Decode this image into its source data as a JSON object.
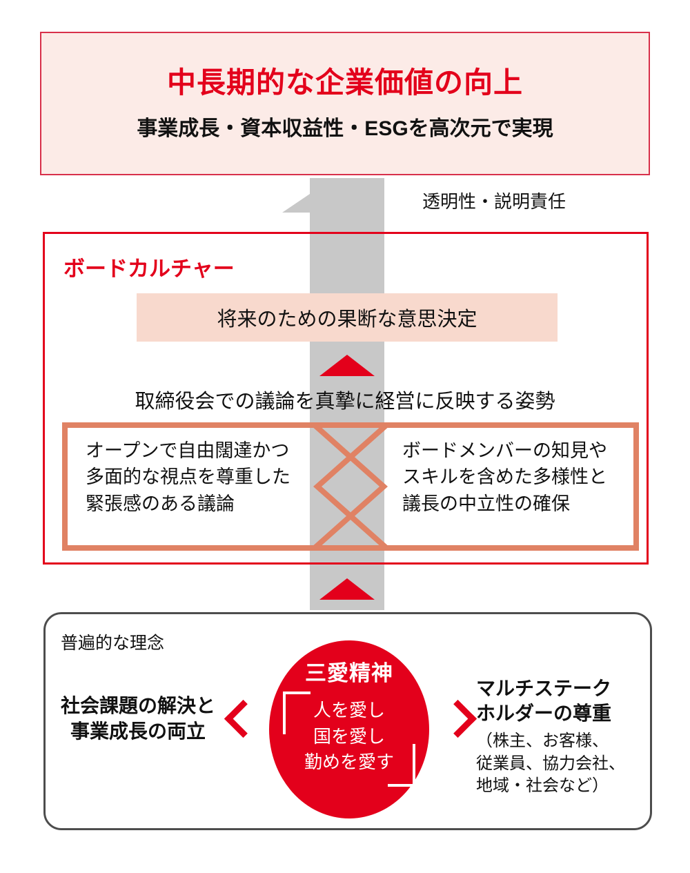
{
  "colors": {
    "brand_red": "#e3001b",
    "border_red": "#d8304a",
    "goal_bg": "#fcebe7",
    "peach_bar": "#f8d9cd",
    "orange_outline": "#e08264",
    "gray_arrow": "#c8c8c8",
    "dark_gray_border": "#4d4d4d",
    "text_black": "#111111"
  },
  "goal": {
    "title": "中長期的な企業価値の向上",
    "subtitle": "事業成長・資本収益性・ESGを高次元で実現"
  },
  "arrow_label": "透明性・説明責任",
  "board_culture": {
    "heading": "ボードカルチャー",
    "decision_bar": "将来のための果断な意思決定",
    "attitude": "取締役会での議論を真摯に経営に反映する姿勢",
    "pillars": [
      {
        "lines": [
          "オープンで自由闊達かつ",
          "多面的な視点を尊重した",
          "緊張感のある議論"
        ]
      },
      {
        "lines": [
          "ボードメンバーの知見や",
          "スキルを含めた多様性と",
          "議長の中立性の確保"
        ]
      }
    ]
  },
  "philosophy": {
    "label": "普遍的な理念",
    "circle_title": "三愛精神",
    "circle_quote_lines": [
      "人を愛し",
      "国を愛し",
      "勤めを愛す"
    ],
    "left_lines": [
      "社会課題の解決と",
      "事業成長の両立"
    ],
    "right_title_lines": [
      "マルチステーク",
      "ホルダーの尊重"
    ],
    "right_sub_lines": [
      "（株主、お客様、",
      "従業員、協力会社、",
      "地域・社会など）"
    ]
  }
}
